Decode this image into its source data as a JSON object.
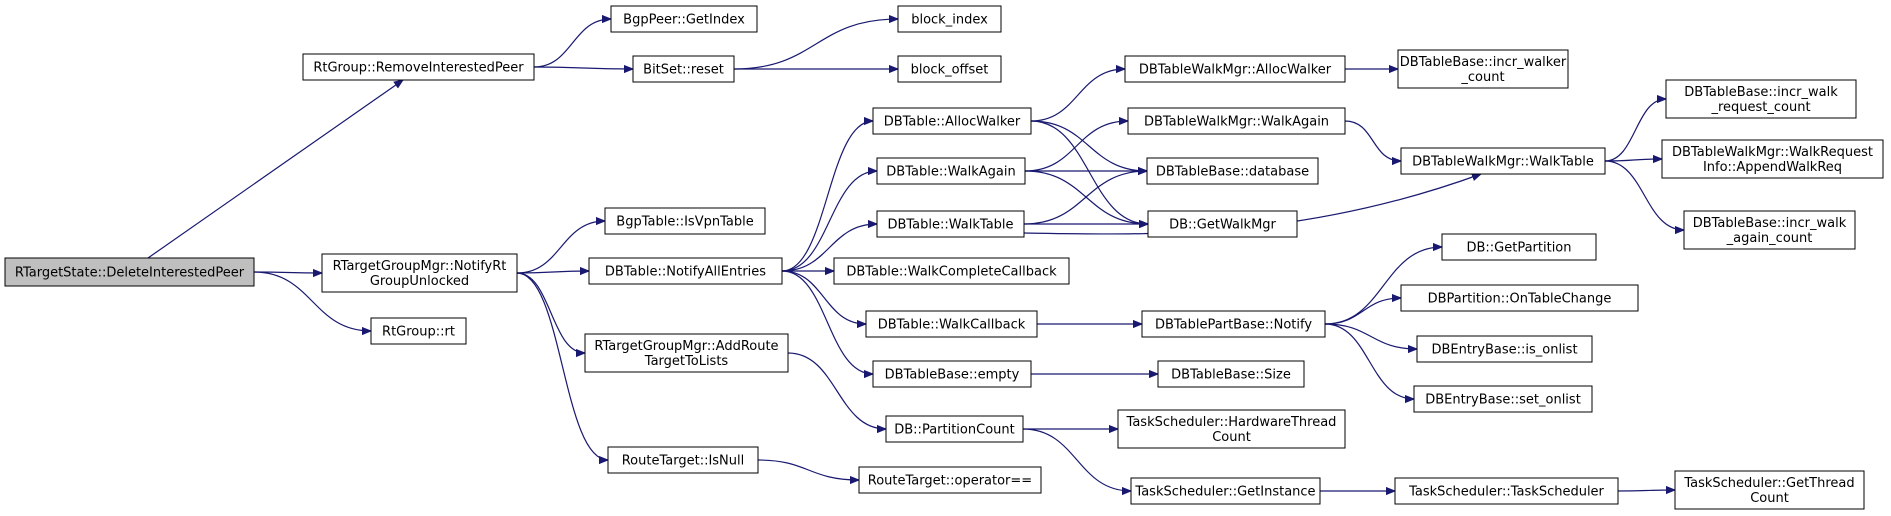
{
  "colors": {
    "edge": "#191970",
    "root_fill": "#bfbfbf",
    "node_fill": "#ffffff",
    "node_stroke": "#000000"
  },
  "nodes": [
    {
      "id": "n0",
      "lines": [
        "RTargetState::DeleteInterestedPeer"
      ]
    },
    {
      "id": "n1",
      "lines": [
        "RtGroup::RemoveInterestedPeer"
      ]
    },
    {
      "id": "n2",
      "lines": [
        "BgpPeer::GetIndex"
      ]
    },
    {
      "id": "n3",
      "lines": [
        "BitSet::reset"
      ]
    },
    {
      "id": "n4",
      "lines": [
        "block_index"
      ]
    },
    {
      "id": "n5",
      "lines": [
        "block_offset"
      ]
    },
    {
      "id": "n6",
      "lines": [
        "RTargetGroupMgr::NotifyRt",
        "GroupUnlocked"
      ]
    },
    {
      "id": "n7",
      "lines": [
        "BgpTable::IsVpnTable"
      ]
    },
    {
      "id": "n8",
      "lines": [
        "DBTable::NotifyAllEntries"
      ]
    },
    {
      "id": "n9",
      "lines": [
        "DBTable::AllocWalker"
      ]
    },
    {
      "id": "n10",
      "lines": [
        "DBTable::WalkAgain"
      ]
    },
    {
      "id": "n11",
      "lines": [
        "DBTable::WalkTable"
      ]
    },
    {
      "id": "n12",
      "lines": [
        "DBTable::WalkCompleteCallback"
      ]
    },
    {
      "id": "n13",
      "lines": [
        "DBTable::WalkCallback"
      ]
    },
    {
      "id": "n14",
      "lines": [
        "DBTableBase::empty"
      ]
    },
    {
      "id": "n15",
      "lines": [
        "DBTableWalkMgr::AllocWalker"
      ]
    },
    {
      "id": "n16",
      "lines": [
        "DBTableWalkMgr::WalkAgain"
      ]
    },
    {
      "id": "n17",
      "lines": [
        "DBTableBase::database"
      ]
    },
    {
      "id": "n18",
      "lines": [
        "DB::GetWalkMgr"
      ]
    },
    {
      "id": "n19",
      "lines": [
        "DBTableBase::incr_walker",
        "_count"
      ]
    },
    {
      "id": "n20",
      "lines": [
        "DBTableWalkMgr::WalkTable"
      ]
    },
    {
      "id": "n21",
      "lines": [
        "DBTableBase::incr_walk",
        "_request_count"
      ]
    },
    {
      "id": "n22",
      "lines": [
        "DBTableWalkMgr::WalkRequest",
        "Info::AppendWalkReq"
      ]
    },
    {
      "id": "n23",
      "lines": [
        "DBTableBase::incr_walk",
        "_again_count"
      ]
    },
    {
      "id": "n24",
      "lines": [
        "DBTablePartBase::Notify"
      ]
    },
    {
      "id": "n25",
      "lines": [
        "DB::GetPartition"
      ]
    },
    {
      "id": "n26",
      "lines": [
        "DBPartition::OnTableChange"
      ]
    },
    {
      "id": "n27",
      "lines": [
        "DBEntryBase::is_onlist"
      ]
    },
    {
      "id": "n28",
      "lines": [
        "DBEntryBase::set_onlist"
      ]
    },
    {
      "id": "n29",
      "lines": [
        "DBTableBase::Size"
      ]
    },
    {
      "id": "n30",
      "lines": [
        "RtGroup::rt"
      ]
    },
    {
      "id": "n31",
      "lines": [
        "RTargetGroupMgr::AddRoute",
        "TargetToLists"
      ]
    },
    {
      "id": "n32",
      "lines": [
        "DB::PartitionCount"
      ]
    },
    {
      "id": "n33",
      "lines": [
        "TaskScheduler::HardwareThread",
        "Count"
      ]
    },
    {
      "id": "n34",
      "lines": [
        "TaskScheduler::GetInstance"
      ]
    },
    {
      "id": "n35",
      "lines": [
        "TaskScheduler::TaskScheduler"
      ]
    },
    {
      "id": "n36",
      "lines": [
        "TaskScheduler::GetThread",
        "Count"
      ]
    },
    {
      "id": "n37",
      "lines": [
        "RouteTarget::IsNull"
      ]
    },
    {
      "id": "n38",
      "lines": [
        "RouteTarget::operator=="
      ]
    }
  ],
  "edges": [
    [
      "n0",
      "n1"
    ],
    [
      "n0",
      "n6"
    ],
    [
      "n0",
      "n30"
    ],
    [
      "n1",
      "n2"
    ],
    [
      "n1",
      "n3"
    ],
    [
      "n3",
      "n4"
    ],
    [
      "n3",
      "n5"
    ],
    [
      "n6",
      "n7"
    ],
    [
      "n6",
      "n8"
    ],
    [
      "n6",
      "n31"
    ],
    [
      "n6",
      "n37"
    ],
    [
      "n8",
      "n9"
    ],
    [
      "n8",
      "n10"
    ],
    [
      "n8",
      "n11"
    ],
    [
      "n8",
      "n12"
    ],
    [
      "n8",
      "n13"
    ],
    [
      "n8",
      "n14"
    ],
    [
      "n9",
      "n15"
    ],
    [
      "n9",
      "n17"
    ],
    [
      "n9",
      "n18"
    ],
    [
      "n10",
      "n16"
    ],
    [
      "n10",
      "n17"
    ],
    [
      "n10",
      "n18"
    ],
    [
      "n11",
      "n17"
    ],
    [
      "n11",
      "n18"
    ],
    [
      "n11",
      "n20"
    ],
    [
      "n15",
      "n19"
    ],
    [
      "n16",
      "n20"
    ],
    [
      "n20",
      "n21"
    ],
    [
      "n20",
      "n22"
    ],
    [
      "n20",
      "n23"
    ],
    [
      "n13",
      "n24"
    ],
    [
      "n24",
      "n25"
    ],
    [
      "n24",
      "n26"
    ],
    [
      "n24",
      "n27"
    ],
    [
      "n24",
      "n28"
    ],
    [
      "n14",
      "n29"
    ],
    [
      "n31",
      "n32"
    ],
    [
      "n32",
      "n33"
    ],
    [
      "n32",
      "n34"
    ],
    [
      "n34",
      "n35"
    ],
    [
      "n35",
      "n36"
    ],
    [
      "n37",
      "n38"
    ]
  ]
}
